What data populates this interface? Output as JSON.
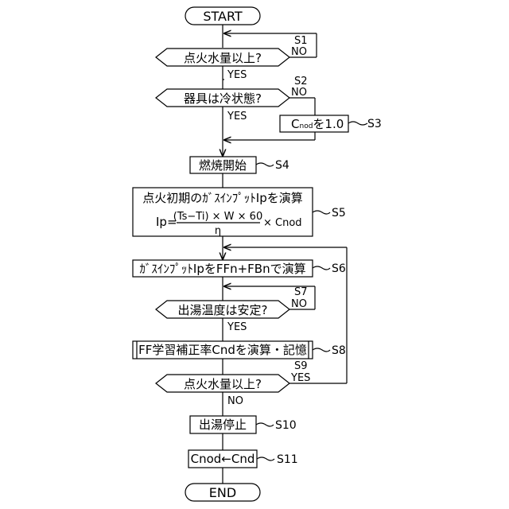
{
  "flowchart": {
    "start": "START",
    "end": "END",
    "steps": [
      {
        "id": "S1",
        "kind": "decision",
        "text": "点火水量以上?",
        "yes": "YES",
        "no": "NO"
      },
      {
        "id": "S2",
        "kind": "decision",
        "text": "器具は冷状態?",
        "yes": "YES",
        "no": "NO"
      },
      {
        "id": "S3",
        "kind": "process",
        "text_main": "C",
        "text_sub": "nod",
        "text_tail": "を1.0"
      },
      {
        "id": "S4",
        "kind": "process",
        "text": "燃焼開始"
      },
      {
        "id": "S5",
        "kind": "process",
        "line1": "点火初期のｶﾞｽｲﾝﾌﾟｯﾄIpを演算",
        "formula_lhs": "Ip=",
        "formula_num": "(Ts−Ti) × W × 60",
        "formula_den": "η",
        "formula_tail": "× Cnod"
      },
      {
        "id": "S6",
        "kind": "process",
        "text": "ｶﾞｽｲﾝﾌﾟｯﾄIpをFFn+FBnで演算"
      },
      {
        "id": "S7",
        "kind": "decision",
        "text": "出湯温度は安定?",
        "yes": "YES",
        "no": "NO"
      },
      {
        "id": "S8",
        "kind": "subroutine",
        "text": "FF学習補正率Cndを演算・記憶"
      },
      {
        "id": "S9",
        "kind": "decision",
        "text": "点火水量以上?",
        "yes": "YES",
        "no": "NO"
      },
      {
        "id": "S10",
        "kind": "process",
        "text": "出湯停止"
      },
      {
        "id": "S11",
        "kind": "process",
        "text": "Cnod←Cnd"
      }
    ]
  }
}
